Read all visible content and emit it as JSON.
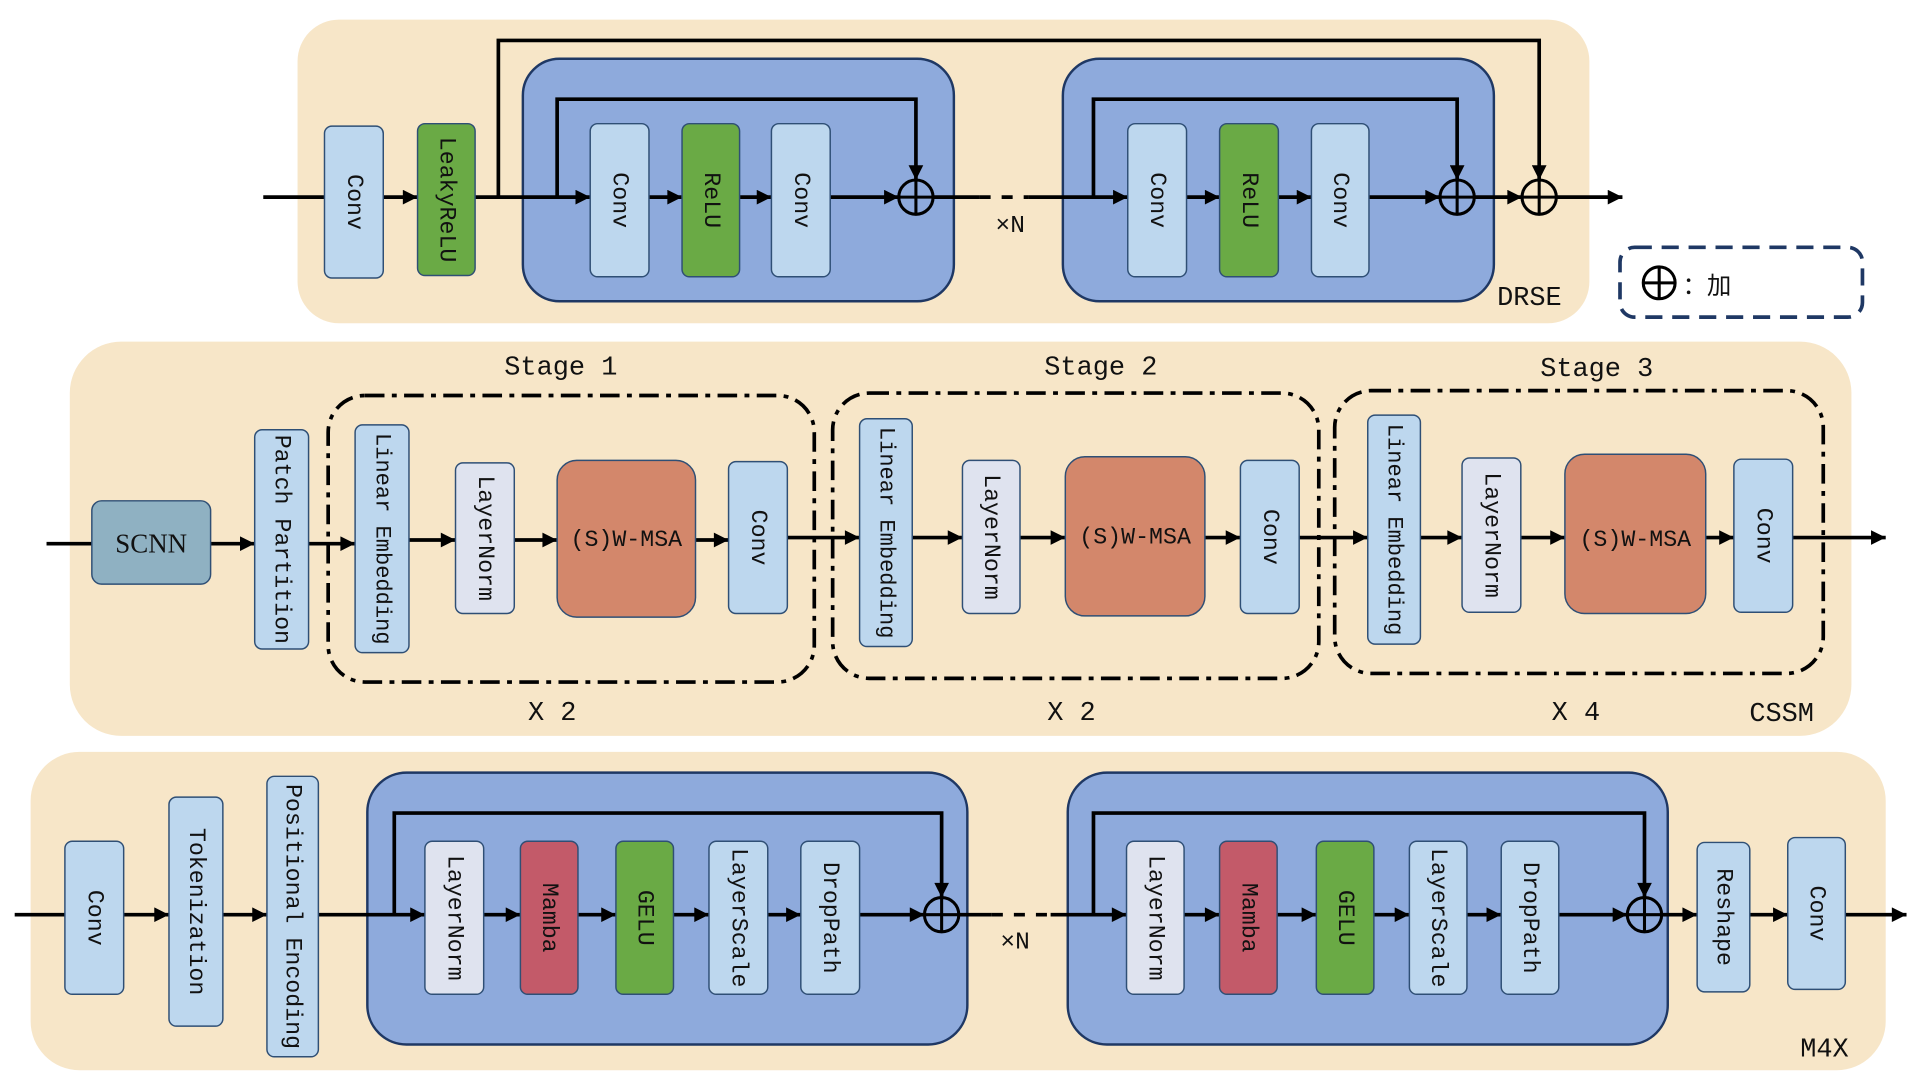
{
  "legend": {
    "text": "：加"
  },
  "drse": {
    "name": "DRSE",
    "input_conv": "Conv",
    "activation": "LeakyReLU",
    "repeat": "×N",
    "blocks": [
      {
        "conv1": "Conv",
        "relu": "ReLU",
        "conv2": "Conv"
      },
      {
        "conv1": "Conv",
        "relu": "ReLU",
        "conv2": "Conv"
      }
    ]
  },
  "cssm": {
    "name": "CSSM",
    "scnn": "SCNN",
    "patch_partition": "Patch Partition",
    "stages": [
      {
        "title": "Stage 1",
        "repeat": "X 2",
        "linear_embedding": "Linear Embedding",
        "layernorm": "LayerNorm",
        "attention": "(S)W-MSA",
        "conv": "Conv"
      },
      {
        "title": "Stage 2",
        "repeat": "X 2",
        "linear_embedding": "Linear Embedding",
        "layernorm": "LayerNorm",
        "attention": "(S)W-MSA",
        "conv": "Conv"
      },
      {
        "title": "Stage 3",
        "repeat": "X 4",
        "linear_embedding": "Linear Embedding",
        "layernorm": "LayerNorm",
        "attention": "(S)W-MSA",
        "conv": "Conv"
      }
    ]
  },
  "m4x": {
    "name": "M4X",
    "input_conv": "Conv",
    "tokenization": "Tokenization",
    "positional_encoding": "Positional Encoding",
    "repeat": "×N",
    "blocks": [
      {
        "layernorm": "LayerNorm",
        "mamba": "Mamba",
        "gelu": "GELU",
        "layerscale": "LayerScale",
        "droppath": "DropPath"
      },
      {
        "layernorm": "LayerNorm",
        "mamba": "Mamba",
        "gelu": "GELU",
        "layerscale": "LayerScale",
        "droppath": "DropPath"
      }
    ],
    "reshape": "Reshape",
    "output_conv": "Conv"
  },
  "colors": {
    "panel": "#f7e6c8",
    "block": "#8eaadc",
    "block-stroke": "#1f3864",
    "box-stroke": "#2f4f75",
    "light-blue": "#bdd7ee",
    "green": "#6aaa45",
    "lavender": "#dfe3ef",
    "salmon": "#d3876b",
    "mamba": "#c35a69",
    "scnn": "#8fb1c2",
    "line": "#000000"
  }
}
